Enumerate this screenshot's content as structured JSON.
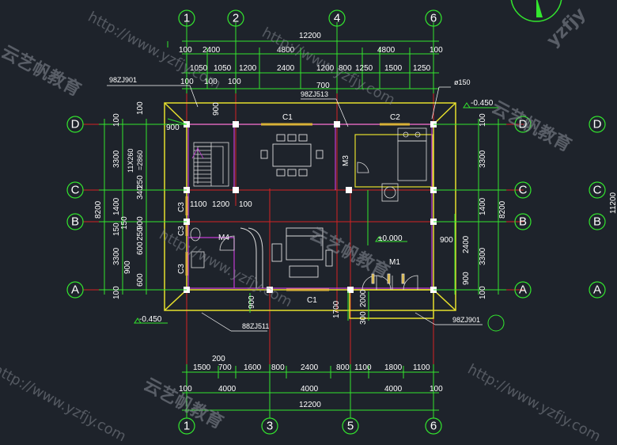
{
  "axes": {
    "top": [
      "1",
      "2",
      "4",
      "6"
    ],
    "bottom": [
      "1",
      "3",
      "5",
      "6"
    ],
    "left": [
      "D",
      "C",
      "B",
      "A"
    ],
    "right": [
      "D",
      "C",
      "B",
      "A"
    ],
    "far_right": [
      "D",
      "C",
      "B",
      "A"
    ]
  },
  "dims_top": {
    "total": "12200",
    "row1": [
      "100",
      "2400",
      "4800",
      "4800",
      "100"
    ],
    "row2": [
      "1050",
      "1050",
      "1200",
      "2400",
      "1200",
      "800",
      "1250",
      "1500",
      "1250"
    ],
    "row3": [
      "100",
      "100",
      "100"
    ]
  },
  "dims_bottom": {
    "total": "12200",
    "row1": [
      "1500",
      "700",
      "1600",
      "800",
      "2400",
      "800",
      "1100",
      "1800",
      "1100"
    ],
    "row2": [
      "100",
      "4000",
      "4000",
      "4000",
      "100"
    ],
    "extra": "200"
  },
  "dims_left": {
    "total": "8200",
    "row_outer": [
      "100",
      "3300",
      "1400",
      "3300",
      "100"
    ],
    "row_inner": [
      "100",
      "250",
      "340",
      "150",
      "900",
      "600",
      "900",
      "600"
    ],
    "stair": [
      "11X260",
      "=2860"
    ],
    "extra": [
      "100",
      "1400",
      "150",
      "250"
    ]
  },
  "dims_right": {
    "total": "8200",
    "row_outer": [
      "100",
      "3300",
      "1400",
      "3300",
      "100"
    ],
    "row_inner": [
      "2400",
      "900",
      "900"
    ],
    "far_total": "11200"
  },
  "labels": {
    "c1_top": "C1",
    "c2": "C2",
    "c1_bottom": "C1",
    "c3a": "C3",
    "c3b": "C3",
    "c3c": "C3",
    "m1": "M1",
    "m3": "M3",
    "m4": "M4",
    "level_zero": "±0.000",
    "level_top": "-0.450",
    "level_bottom": "-0.450",
    "ref_98zj901_top": "98ZJ901",
    "ref_98zj513": "98ZJ513",
    "ref_98zj511": "88ZJ511",
    "ref_98zj901_bot": "98ZJ901",
    "phi150": "ø150",
    "dim_700": "700",
    "dim_900a": "900",
    "dim_900b": "900",
    "dim_900c": "900",
    "dim_900d": "900",
    "dim_1100": "1100",
    "dim_1200": "1200",
    "dim_100": "100",
    "dim_1700": "1700",
    "dim_2000": "2000",
    "dim_300": "300"
  },
  "watermarks": {
    "url": "http://www.yzfjy.com",
    "brand": "云艺帆教育",
    "corner": "yzfjy"
  },
  "colors": {
    "background": "#1e232b",
    "dimension": "#33e62e",
    "axis_line": "#d42323",
    "wall": "#e6e02c",
    "window": "#d9b237",
    "furniture": "#dddddd",
    "column": "#ffffff",
    "magenta": "#c23bd4"
  }
}
